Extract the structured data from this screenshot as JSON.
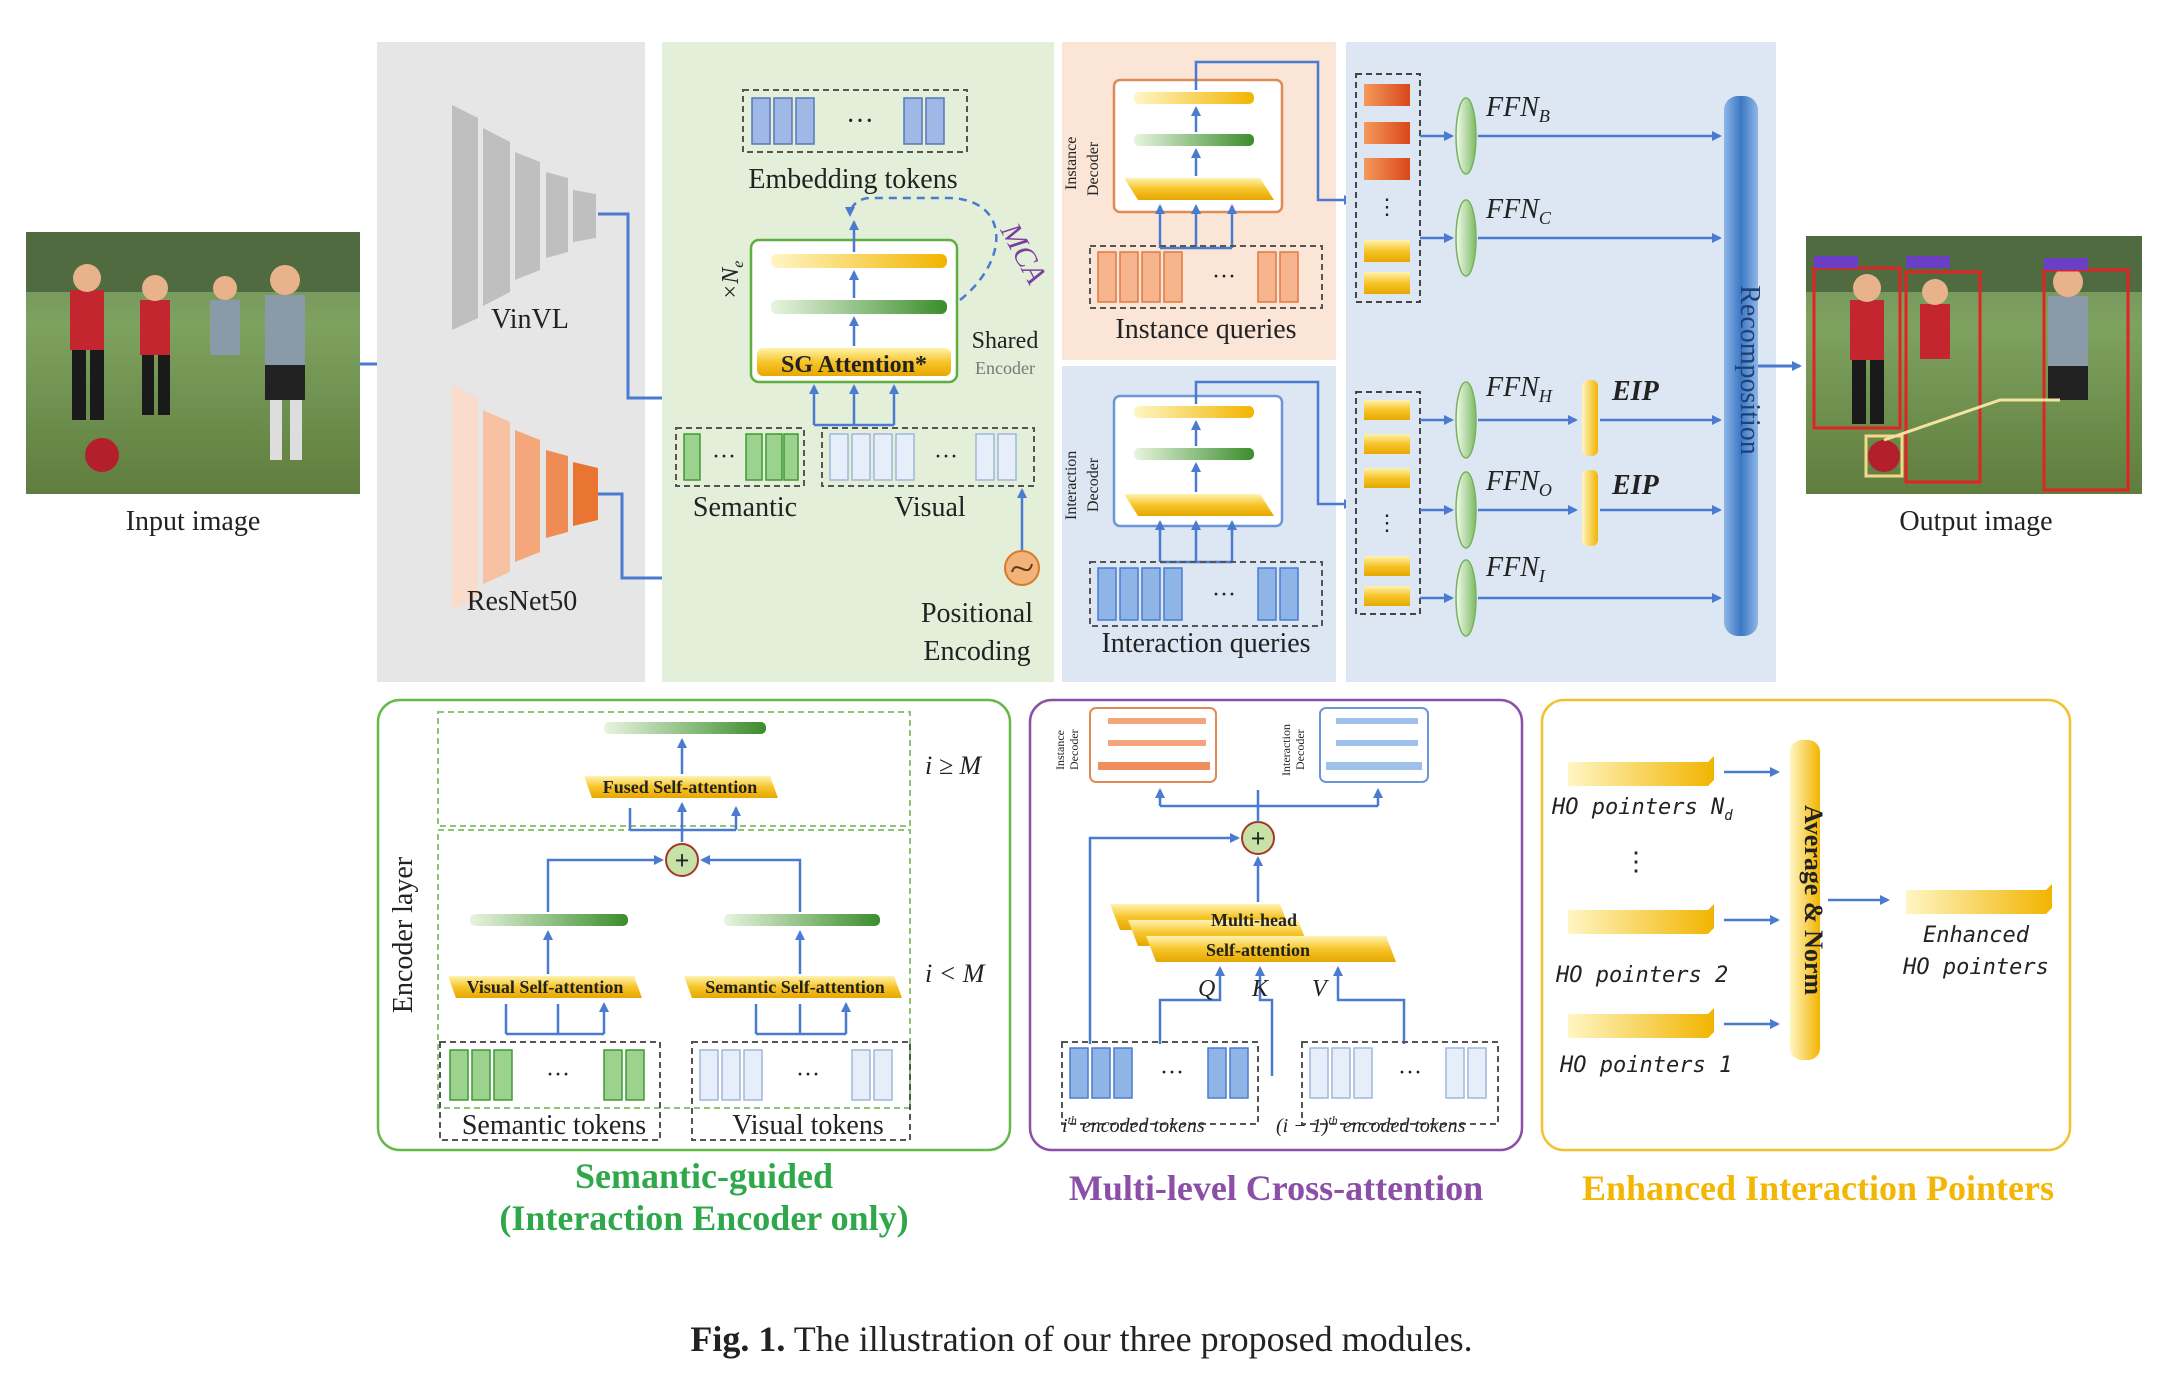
{
  "input": {
    "label": "Input image"
  },
  "output": {
    "label": "Output image"
  },
  "backbone": {
    "vinvl": "VinVL",
    "resnet": "ResNet50"
  },
  "encoder": {
    "embedding_tokens": "Embedding tokens",
    "mca": "MCA",
    "repeat": "×N",
    "repeat_sub": "e",
    "sg_attention": "SG Attention*",
    "shared": "Shared",
    "shared_sub": "Encoder",
    "semantic": "Semantic",
    "visual": "Visual",
    "positional_1": "Positional",
    "positional_2": "Encoding",
    "dots": "···"
  },
  "decoders": {
    "instance_decoder": [
      "Instance",
      "Decoder"
    ],
    "instance_queries": "Instance queries",
    "interaction_decoder": [
      "Interaction",
      "Decoder"
    ],
    "interaction_queries": "Interaction queries"
  },
  "heads": {
    "ffn_b": "FFN",
    "ffn_b_sub": "B",
    "ffn_c": "FFN",
    "ffn_c_sub": "C",
    "ffn_h": "FFN",
    "ffn_h_sub": "H",
    "ffn_o": "FFN",
    "ffn_o_sub": "O",
    "ffn_i": "FFN",
    "ffn_i_sub": "I",
    "eip": "EIP",
    "recomposition": "Recomposition"
  },
  "panel_semantic": {
    "encoder_layer": "Encoder layer",
    "fused": "Fused Self-attention",
    "visual_sa": "Visual Self-attention",
    "semantic_sa": "Semantic Self-attention",
    "cond_ge": "i ≥ M",
    "cond_lt": "i < M",
    "semantic_tokens": "Semantic tokens",
    "visual_tokens": "Visual tokens",
    "title_1": "Semantic-guided",
    "title_2": "(Interaction Encoder only)"
  },
  "panel_mca": {
    "instance_decoder": [
      "Instance",
      "Decoder"
    ],
    "interaction_decoder": [
      "Interaction",
      "Decoder"
    ],
    "mha_1": "Multi-head",
    "mha_2": "Self-attention",
    "q": "Q",
    "k": "K",
    "v": "V",
    "tokens_i": "i",
    "tokens_i_sup": "th",
    "tokens_i_rest": " encoded tokens",
    "tokens_prev": "(i − 1)",
    "tokens_prev_sup": "th",
    "tokens_prev_rest": " encoded tokens",
    "title": "Multi-level Cross-attention"
  },
  "panel_eip": {
    "ho_nd": "HO pointers N",
    "ho_nd_sub": "d",
    "ho_2": "HO pointers 2",
    "ho_1": "HO pointers 1",
    "avg_norm": "Average & Norm",
    "enhanced_1": "Enhanced",
    "enhanced_2": "HO pointers",
    "title": "Enhanced Interaction Pointers"
  },
  "caption": {
    "fig": "Fig. 1.",
    "text": "The illustration of our three proposed modules."
  },
  "colors": {
    "blue_arrow": "#4a7bd0",
    "green_title": "#2ea84a",
    "purple_title": "#8b4fa8",
    "yellow_title": "#f2b705",
    "gray_bg": "#e6e6e6",
    "green_bg": "#e4efd9",
    "peach_bg": "#fbe5d6",
    "lightblue_bg": "#dde6f3"
  }
}
